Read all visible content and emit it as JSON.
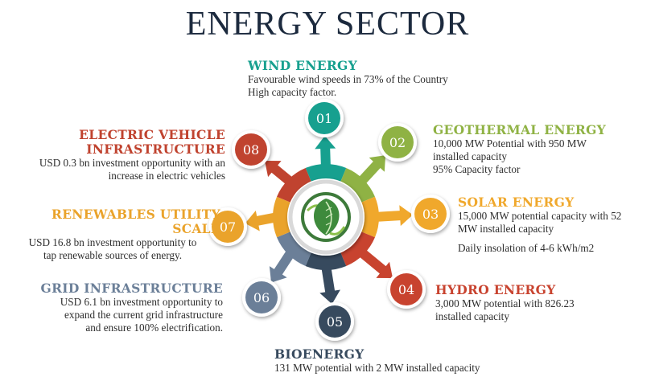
{
  "title": "ENERGY SECTOR",
  "sectors": [
    {
      "num": "01",
      "color": "#17a08f",
      "head": [
        "WIND ENERGY"
      ],
      "desc": [
        "Favourable wind speeds in 73% of the Country",
        "High capacity factor."
      ]
    },
    {
      "num": "02",
      "color": "#8fb244",
      "head": [
        "GEOTHERMAL ENERGY"
      ],
      "desc": [
        "10,000 MW Potential with 950 MW",
        "installed capacity",
        "95% Capacity factor"
      ]
    },
    {
      "num": "03",
      "color": "#f0a82c",
      "head": [
        "SOLAR ENERGY"
      ],
      "desc": [
        "15,000 MW potential capacity with 52",
        "MW installed capacity"
      ],
      "extra": "Daily insolation of 4-6 kWh/m2"
    },
    {
      "num": "04",
      "color": "#c8432f",
      "head": [
        "HYDRO ENERGY"
      ],
      "desc": [
        "3,000 MW potential with 826.23",
        "installed capacity"
      ]
    },
    {
      "num": "05",
      "color": "#374a5e",
      "head": [
        "BIOENERGY"
      ],
      "desc": [
        "131 MW potential with 2 MW installed capacity"
      ]
    },
    {
      "num": "06",
      "color": "#6b7f98",
      "head": [
        "GRID INFRASTRUCTURE"
      ],
      "desc": [
        "USD 6.1 bn investment opportunity to",
        "expand the current grid infrastructure",
        "and ensure 100% electrification."
      ]
    },
    {
      "num": "07",
      "color": "#eaa32b",
      "head": [
        "RENEWABLES UTILITY",
        "SCALE"
      ],
      "desc": [
        "USD 16.8 bn investment opportunity to",
        "tap renewable sources of energy."
      ]
    },
    {
      "num": "08",
      "color": "#c0432f",
      "head": [
        "ELECTRIC VEHICLE",
        "INFRASTRUCTURE"
      ],
      "desc": [
        "USD 0.3 bn investment opportunity with an",
        "increase in electric vehicles"
      ]
    }
  ],
  "colors": {
    "title": "#1c2a3e",
    "hub_ring": "#dcdcdc",
    "hub_icon": "#3d7a3a"
  },
  "hub_icon": "leaf-globe-icon"
}
